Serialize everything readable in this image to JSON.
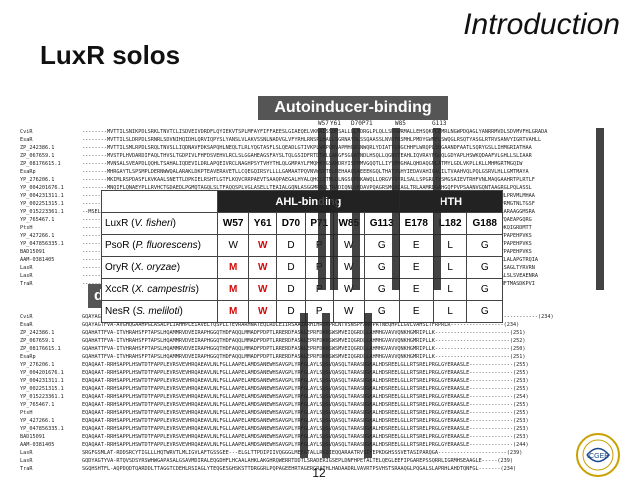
{
  "section_title": "Introduction",
  "slide_title": "LuxR solos",
  "band_label": "Autoinducer-binding",
  "do_label": "do",
  "page_number": "12",
  "residue_marks": [
    "W57",
    "Y61",
    "D70P71",
    "W85",
    "G113"
  ],
  "alignment_top": [
    {
      "name": "CviR",
      "seq": "--------MVTTILSNIKPDLSRKLTNVTCLISDVEIVDRDFLQYIEKVTSPLMFAYFIFFAEESLGIAEQELVKNALSSDKSALLQLMDRGLPLQLLSDGWRMALLEHSQKPLEMRLNGWPDQAGLYANRRMVDLSDVMVFHLGRADA"
    },
    {
      "name": "EsaR",
      "seq": "--------MVTTILSLDRPDLSRNRLSDVNIHQIDHLQRVIQPYSLYANSLVLAKVSSNLNADVGLVFYRHLRNSPLHALLSGRNAYDLSSQAASSLNVDFRSMHLPMDYGWMFLSWQGLRSQTYASGLRTRVSANVYIGRTVAHLL"
    },
    {
      "name": "ZP_242386.1",
      "seq": "--------MVTTILSMLRPDLSRQLTNVSLLIQDNAVFDKSAPQHLNEQLTLRLYQGTASFLSLQEADLGTIVKPLWRPQRVAPMHGRSNWQRLYDIATYLNGCHHFLWRQPLSQGAANDFAATLSQRYGSLLIHMGRIATHAA"
    },
    {
      "name": "ZP_067659.1",
      "seq": "--------MVSTPLHVDARDIFAQLTHVSLTGDPIVLFHFDSVEHVLRCLSLGGAHEAGSFAYSLTQLGSIDFRTDTHLLAKGFSGQATNDLHSQLLQGNVTEAHLIQVRAYFGLQLGDYAPLHSWKQDAAFVLGHLLSLIAAR"
    },
    {
      "name": "ZP_08176615.1",
      "seq": "--------MVNSALSVEAPDLQQHLTSAHALIQDEVILDRLAPQEIVRCLNAGHPSYTVHYTHLQLGMPAYLFMQHRYGSAMDRYISEMMVGQQTLLIYVEHGHALQHDAQGNLATMYLGDLVKPLLKLLMHMGRTMGQIW"
    },
    {
      "name": "EsaRp",
      "seq": "--------MHRGAYTLSPSMPLDERNWWQALARAKLDKPTEAVERAVETLLCQEGQIRSYLLLLGAMAATPQVNVWSDTELREHAAQSAEEEKGQLTHATTGHYIEDAVAHIGALILTVAAHVQLPQLGSRVLHLLGMTMAYA"
    },
    {
      "name": "YP_276206.1",
      "seq": "--------MKIMLRSPDASFLKVKAALSNETTLDPKIELRSHTLGTFLKQVCRRPAEVTSAAQPAEGALHYALQHQLQTMLDLNGSQPDKAWQLLQRGVVSYRLSALLSPGRLTYSMGSAIEVTRHFVNLMAQGAAHRTPLRTLF"
    },
    {
      "name": "YP_004201676.1",
      "seq": "--------MNQIFLQNAEYPLLRVHCTGDAEDLPGMQTAGQLSLTFAQQSPLVGLASELLTEAIALGQNLASGGMRNGLTRADIQNLVKDAVPQAGRSMQAIAGLTRLAAMRDGAHGQFPVPSAANVGQNTAAGRGLPQLASSL"
    },
    {
      "name": "YP_004231311.1",
      "seq": "--------MHSTLTKYSLKDYPYALARSDQDLLIEMIRDMAQKVLGHTAYVAEMTHEKRNALTPLTPNDLSGQLIPALGSMIGNGAQLYCGDLLHLRQPPANSLDRPLLAATHLAYGSKIGRPIRAAGDDHALSNLPRVMLMHAA"
    },
    {
      "name": "YP_002251315.1",
      "seq": "--------MHLTLANQLWVRIRSEDPIAFPGGSTSTPLDVHQPNGAEQLHIPIYAQNPSNDYAQGAAMTPLHLKQDLTTIGSMLAHPLLAARSGTVNNTPNQSWCDMRAAGTLLQDNPNIIRTLMLSLVGHQQNPRMGTNLTGSF"
    },
    {
      "name": "YP_015223361.1",
      "seq": "--MSELPAQPWSLTSRTAVGGDAQEGLNHDRVPHAATIDTEPTPLVTGAQNSQSVDLSLAIHTDDILNMTNTLTLGLQRLLDGTGHVVATDLAGAETVSGLQDAKVGDNEKQGLLHVNANTVNHRSQLGLRGHALARAAGGMSRA"
    },
    {
      "name": "YP_765467.1",
      "seq": "--------MMSGELYTQDPPTVNQLLGPLDRFLSRAQADRLVTLSPAQRAYSGNARGLEIVTGVLSMDSYNPAQGKASAAGMNSSASTYEYSSVLGPIVQQTNASHVAVVCTQHRSSGPDLARVKAPLRYGSSLVQAEAPGQRG"
    },
    {
      "name": "PtsH",
      "seq": "--------MQDTLATNLCMRTSTIVAYSLLSMGDNMTGPLDYRAAGHLEETYARHHTVTTTLSKIDIGLVPRVAKRPTRHYLDLAVGVDGMGPVSAVRHVTSRPVMCRNRKRGLGPDLLYTGLNTTTAQLALGGQKQIGRDMTT"
    },
    {
      "name": "YP_427266.1",
      "seq": "--------MGYSLSIPTTHNPEEAVQKLLKALAQPGLTGNKVEAAGEASLMRHGPLLGGAMYRLEMMSRRCIHFEYGALKPFFTYEWDAERGLLFSMTLHNVQLDRPEIQVHFVETGHKTMLSAKMVFLEDALHYPAPEHPVKS"
    },
    {
      "name": "YP_047856335.1",
      "seq": "--------MGYSLSIPTTHNPEEAVQKLLKALAQPGLTGNKVEAAGEASLMRHGPLLGGAMYRLEMMSRRCIHFEYGALKPFFTYEWDAERGLLFSMTLHNVQLDRPEIQVHFVETGHKTMLSAKMVFLEDALHYPAPEHPVKS"
    },
    {
      "name": "BAD15091",
      "seq": "--------MGPSLSIPTTHNPEEAVQKLLKALAQPGLTGNKVEAAGEASLMRHGPLLGGAMYRLEMMSRRCIHFEYGALKPFFTYEWDAERGLLFSMTLHNVQLDRPEIQVHFVETGHKTMLSAKMVFLEDALHYPAPEHPVKS"
    },
    {
      "name": "AAM-0381405",
      "seq": "--------MHLPLSTNAWGKLASALAMNDSRDFFAEGQVDAVYLSHEAHAARLEPSIADTALRDDAISEAAFYSLMPWGSQTSHIDYVRLVAEGHMDRRLASTQFLIHEQAHGAPRLHIHRMHRDSGTTTDMQGKLALAPGTRQIA"
    },
    {
      "name": "LasR",
      "seq": "--------MNQIFLTEALPASDVFKAPVQTVLDTLQRRYQGHEPLSLPAAVRGDVALPIEHHGVPQASLQVLLDRMMLDLALTADLASSNVLYQPGTLVYNALHMSHDGLLPMAGADDAALERHPADLGLGGHLLSAGLTYRVRN"
    },
    {
      "name": "LasR",
      "seq": "--------MALVDGFLELERSSGKLEWSAILQKMASDLGFSKILFGLLPKDSQDYENAFIVGNYPAAWREHYDRAGYARVDPTVSHCTQSVLPIFWEPSIYQTRKQHEFFEEASAAGLVYGLTMPLHGARGELGALSLSVEAENRA"
    },
    {
      "name": "TraR",
      "seq": "--------MQHWLDKLTDLAAIEGDECILKTGLADIADHFGFTGYAYLHIQHRHITAVTNYHRQWQSTYFDKKFEALDPVVKRARSRKHIFTWSGEHERPTLSKDERAFYDHASDFGIRSGITIPIKTANGFMSMFTMASDKPVI"
    }
  ],
  "alignment_bottom": [
    {
      "name": "CviR",
      "seq": "GQAYAGTFVQ-AITLMKAQVAHHSPALAHLRPLLAVEFTEQVLDLGAKRDHQDSQGLPAALGHQAAWLSLERVAAPTPCAIAIEAAAAPTAAVHSPAERGGFHQEVVFRSSAAVLGLEKYGAPRSRLT------------------(234)"
    },
    {
      "name": "EsaR",
      "seq": "GQAYAGTFVA-AVGHQGAAHPGLASALPLIAHHPLEIAVELTQSPLLTEVRARHNATEQLRDLEIIRSAAIARHIHRDRPRLNTVSNSPFANDPRTNEQHPLLGVLVAHSLTFRPRLR-----------------(234)"
    },
    {
      "name": "ZP_242386.1",
      "seq": "GQAHATTFVA-ITVHRAHSFPTAPSLHQAMMRVDVEIRAPHGGQTHDFAQQLMMADFPDPTLRRERDFASALEPRFDNNSWSMVEIQGRDLLAHMHGVAVVQNKHGMRIPLLK------------------------(251)"
    },
    {
      "name": "ZP_067659.1",
      "seq": "GQAHATTFVA-ITVHRAHSFPTAPSLHQAMMRVDVEIRAPHGGQTHDFAQQLMMADFPDPTLRRERDFASALEPRFDNNSWSMVEIQGRDLLAHMHGVAVVQNKHGMRIPLLK------------------------(252)"
    },
    {
      "name": "ZP_08176615.1",
      "seq": "GQAHATTFVA-ITVHRAHSFPTAPSLHQAMMRVDVEIRAPHGGQTHDFAQQLMMADFPDPTLRRERDFASALEPRFDNNSWSMVEIQGRDLLAHMHGVAVVQNKHGMRIPLLK------------------------(250)"
    },
    {
      "name": "EsaRp",
      "seq": "GQAHATTFVA-ITVHRAHSFPTAPSLHQAMMRVDVEIRAPHGGQTHDFAQQLMMADFPDPTLRRERDFASALEPRFDNNSWSMVEIQGRDLLAHMHGVAVVQNKHGMRIPLLK------------------------(251)"
    },
    {
      "name": "YP_276206.1",
      "seq": "EQAQAAT-RRHSAPPLHSWTDTFAPPLEVRSVEVHRQAEAVLNLFGLLAAPELAMDSANEWHSAVGPLYRFGLAYLSQSVQASQLTARASDGHALHDSREELGLLRTSRELPRGLGYERAASLE--------------(255)"
    },
    {
      "name": "YP_004201676.1",
      "seq": "EQAQAAT-RRHSAPPLHSWTDTFAPPLEVRSVEVHRQAEAVLNLFGLLAAPELAMDSANEWHSAVGPLYRFGLAYLSQSVQASQLTARASDGHALHDSREELGLLRTSRELPRGLGYERAASLE--------------(255)"
    },
    {
      "name": "YP_004231311.1",
      "seq": "EQAQAAT-RRHSAPPLHSWTDTFAPPLEVRSVEVHRQAEAVLNLFGLLAAPELAMDSANEWHSAVGPLYRFGLAYLSQSVQASQLTARASDGHALHDSREELGLLRTSRELPRGLGYERAASLE--------------(253)"
    },
    {
      "name": "YP_002251315.1",
      "seq": "EQAQAAT-RRHSAPPLHSWTDTFAPPLEVRSVEVHRQAEAVLNLFGLLAAPELAMDSANEWHSAVGPLYRFGLAYLSQSVQASQLTARASDGHALHDSREELGLLRTSRELPRGLGYERAASLE--------------(255)"
    },
    {
      "name": "YP_015223361.1",
      "seq": "EQAQAAT-RRHSAPPLHSWTDTFAPPLEVRSVEVHRQAEAVLNLFGLLAAPELAMDSANEWHSAVGPLYRFGLAYLSQSVQASQLTARASDGHALHDSREELGLLRTSRELPRGLGYERAASLE--------------(254)"
    },
    {
      "name": "YP_765467.1",
      "seq": "EQAQAAT-RRHSAPPLHSWTDTFAPPLEVRSVEVHRQAEAVLNLFGLLAAPELAMDSANEWHSAVGPLYRFGLAYLSQSVQASQLTARASDGHALHDSREELGLLRTSRELPRGLGYERAASLE--------------(255)"
    },
    {
      "name": "PtsH",
      "seq": "EQAQAAT-RRHSAPPLHSWTDTFAPPLEVRSVEVHRQAEAVLNLFGLLAAPELAMDSANEWHSAVGPLYRFGLAYLSQSVQASQLTARASDGHALHDSREELGLLRTSRELPRGLGYERAASLE--------------(255)"
    },
    {
      "name": "YP_427266.1",
      "seq": "EQAQAAT-RRHSAPPLHSWTDTFAPPLEVRSVEVHRQAEAVLNLFGLLAAPELAMDSANEWHSAVGPLYRFGLAYLSQSVQASQLTARASDGHALHDSREELGLLRTSRELPRGLGYERAASLE--------------(253)"
    },
    {
      "name": "YP_047856335.1",
      "seq": "EQAQAAT-RRHSAPPLHSWTDTFAPPLEVRSVEVHRQAEAVLNLFGLLAAPELAMDSANEWHSAVGPLYRFGLAYLSQSVQASQLTARASDGHALHDSREELGLLRTSRELPRGLGYERAASLE--------------(253)"
    },
    {
      "name": "BAD15091",
      "seq": "EQAQAAT-RRHSAPPLHSWTDTFAPPLEVRSVEVHRQAEAVLNLFGLLAAPELAMDSANEWHSAVGPLYRFGLAYLSQSVQASQLTARASDGHALHDSREELGLLRTSRELPRGLGYERAASLE--------------(253)"
    },
    {
      "name": "AAM-0381405",
      "seq": "EQAQAAT-RRHSAPPLHSWTDTFAPPLEVRSVEVHRQAEAVLNLFGLLAAPELAMDSANEWHSAVGPLYRFGLAYLSQSVQASQLTARASDGHALHDSREELGLLRTSRELPRGLGYERAASLE--------------(244)"
    },
    {
      "name": "LasR",
      "seq": "SRGFGSMLAT-RDDSRCYTIGLLLHQTWRVTLMLIGVLAFTGSSGEE---ELGLTTPDIPIIVQGGGLMEEGTALLRGQIEQQARAATRVSIYEPKDGHSSSVETASIPARQGA----------------------(239)"
    },
    {
      "name": "LasR",
      "seq": "GQDYAGTYVA-RTQVSDSYRSWHWGAPASALGSAVMDIRALEQGDHFLHCAALAHKLAKGHRQWERRTDDTLSRADERIGSEPLDNFHPETALTELQEGLEEFIPGAREPSSQRRLIGRMHSEAAGLE-----(239)"
    },
    {
      "name": "TraR",
      "seq": "SGQHSHTFL-AQPDQDTQARDDLTTAGGTCDEHLRSIAGLYTEQGESGHSKSTTDRGGRLPQPAGEEHRTAGERGRATHLHADAADRLVAVRTPSVHSTSRAAQGLPQGALSLAPRHLAHDTQNFGL-------(234)"
    }
  ],
  "overlay_table": {
    "group_headers": [
      "AHL-binding",
      "HTH"
    ],
    "columns": [
      "W57",
      "Y61",
      "D70",
      "P71",
      "W85",
      "G113",
      "E178",
      "L182",
      "G188"
    ],
    "rows": [
      {
        "name": "LuxR (V. fisheri)",
        "values": [
          "W",
          "Y",
          "D",
          "P",
          "W",
          "G",
          "E",
          "L",
          "G"
        ],
        "red": [
          false,
          false,
          false,
          false,
          false,
          false,
          false,
          false,
          false
        ]
      },
      {
        "name": "PsoR (P. fluorescens)",
        "values": [
          "W",
          "W",
          "D",
          "P",
          "W",
          "G",
          "E",
          "L",
          "G"
        ],
        "red": [
          false,
          true,
          false,
          false,
          false,
          false,
          false,
          false,
          false
        ]
      },
      {
        "name": "OryR (X. oryzae)",
        "values": [
          "M",
          "W",
          "D",
          "P",
          "W",
          "G",
          "E",
          "L",
          "G"
        ],
        "red": [
          true,
          true,
          false,
          false,
          false,
          false,
          false,
          false,
          false
        ]
      },
      {
        "name": "XccR (X. campestris)",
        "values": [
          "M",
          "W",
          "D",
          "P",
          "W",
          "G",
          "E",
          "L",
          "G"
        ],
        "red": [
          true,
          true,
          false,
          false,
          false,
          false,
          false,
          false,
          false
        ]
      },
      {
        "name": "NesR (S. meliloti)",
        "values": [
          "M",
          "W",
          "D",
          "P",
          "W",
          "G",
          "E",
          "L",
          "G"
        ],
        "red": [
          true,
          true,
          false,
          false,
          false,
          false,
          false,
          false,
          false
        ]
      }
    ]
  },
  "colors": {
    "highlight_red": "#d10a0a",
    "band_gray": "#555555",
    "text": "#111111"
  },
  "logo": {
    "icon": "icgeb-logo",
    "label": "ICGEB"
  }
}
